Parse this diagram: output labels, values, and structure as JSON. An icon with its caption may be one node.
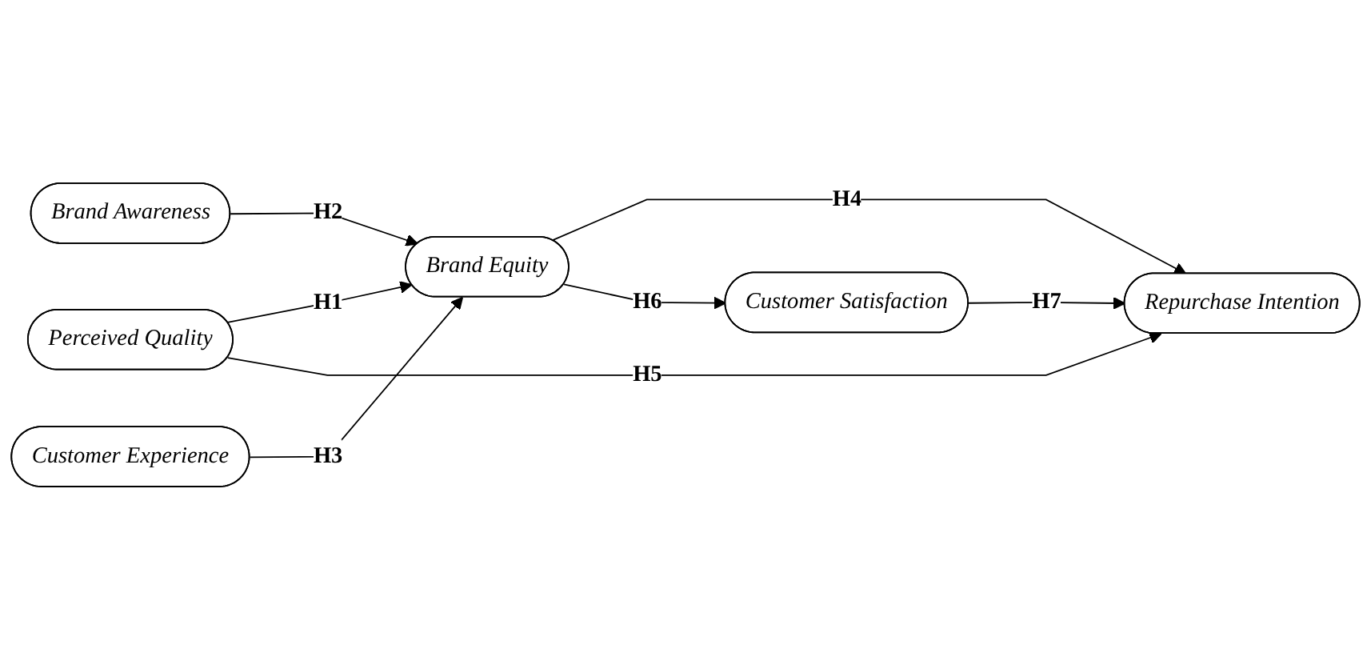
{
  "diagram": {
    "nodes": [
      {
        "text": [
          "Perceived Quality"
        ]
      },
      {
        "text": [
          "Brand Awareness"
        ]
      },
      {
        "text": [
          "Customer Experience"
        ]
      },
      {
        "text": [
          "Brand Equity"
        ]
      },
      {
        "text": [
          "Repurchase Intention"
        ]
      },
      {
        "text": [
          "Customer Satisfaction"
        ]
      }
    ],
    "edges": [
      {
        "from": 0,
        "to": 3,
        "arrow": "to",
        "label": "H1"
      },
      {
        "from": 1,
        "to": 3,
        "arrow": "to",
        "label": "H2"
      },
      {
        "from": 2,
        "to": 3,
        "arrow": "to",
        "label": "H3"
      },
      {
        "from": 3,
        "to": 4,
        "arrow": "to",
        "label": "H4"
      },
      {
        "from": 0,
        "to": 4,
        "arrow": "to",
        "label": "H5"
      },
      {
        "from": 3,
        "to": 5,
        "arrow": "to",
        "label": "H6"
      },
      {
        "from": 5,
        "to": 4,
        "arrow": "to",
        "label": "H7"
      }
    ]
  }
}
